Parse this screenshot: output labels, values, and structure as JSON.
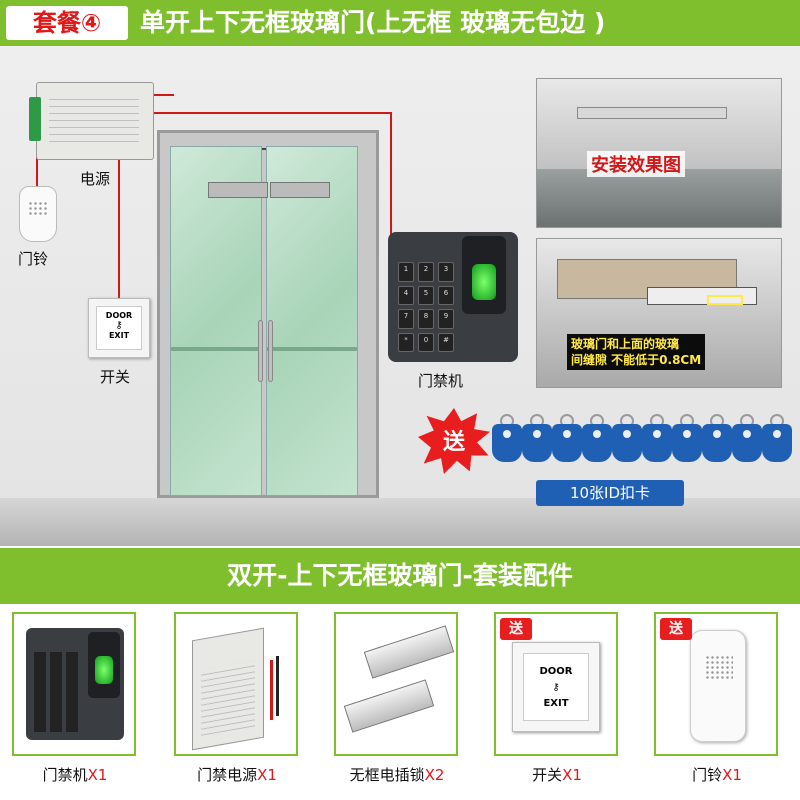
{
  "header": {
    "badge": "套餐④",
    "title": "单开上下无框玻璃门(上无框 玻璃无包边 )"
  },
  "scene": {
    "psu_label": "电源",
    "bell_label": "门铃",
    "switch_label": "开关",
    "reader_label": "门禁机",
    "exit_text_top": "DOOR",
    "exit_text_bottom": "EXIT",
    "reader_keys": [
      "1",
      "2",
      "3",
      "4",
      "5",
      "6",
      "7",
      "8",
      "9",
      "*",
      "0",
      "#"
    ],
    "photo1_caption": "安装效果图",
    "photo2_caption_line1": "玻璃门和上面的玻璃",
    "photo2_caption_line2": "间缝隙 不能低于0.8CM",
    "gift_burst": "送",
    "cards_label": "10张ID扣卡",
    "card_count": 10
  },
  "accessories": {
    "title": "双开-上下无框玻璃门-套装配件",
    "gift_badge": "送",
    "items": [
      {
        "name": "门禁机",
        "qty": "X1"
      },
      {
        "name": "门禁电源",
        "qty": "X1"
      },
      {
        "name": "无框电插锁",
        "qty": "X2"
      },
      {
        "name": "开关",
        "qty": "X1"
      },
      {
        "name": "门铃",
        "qty": "X1"
      }
    ]
  },
  "colors": {
    "brand_green": "#7fbf2e",
    "accent_red": "#e01818",
    "card_blue": "#1f5fb4"
  }
}
